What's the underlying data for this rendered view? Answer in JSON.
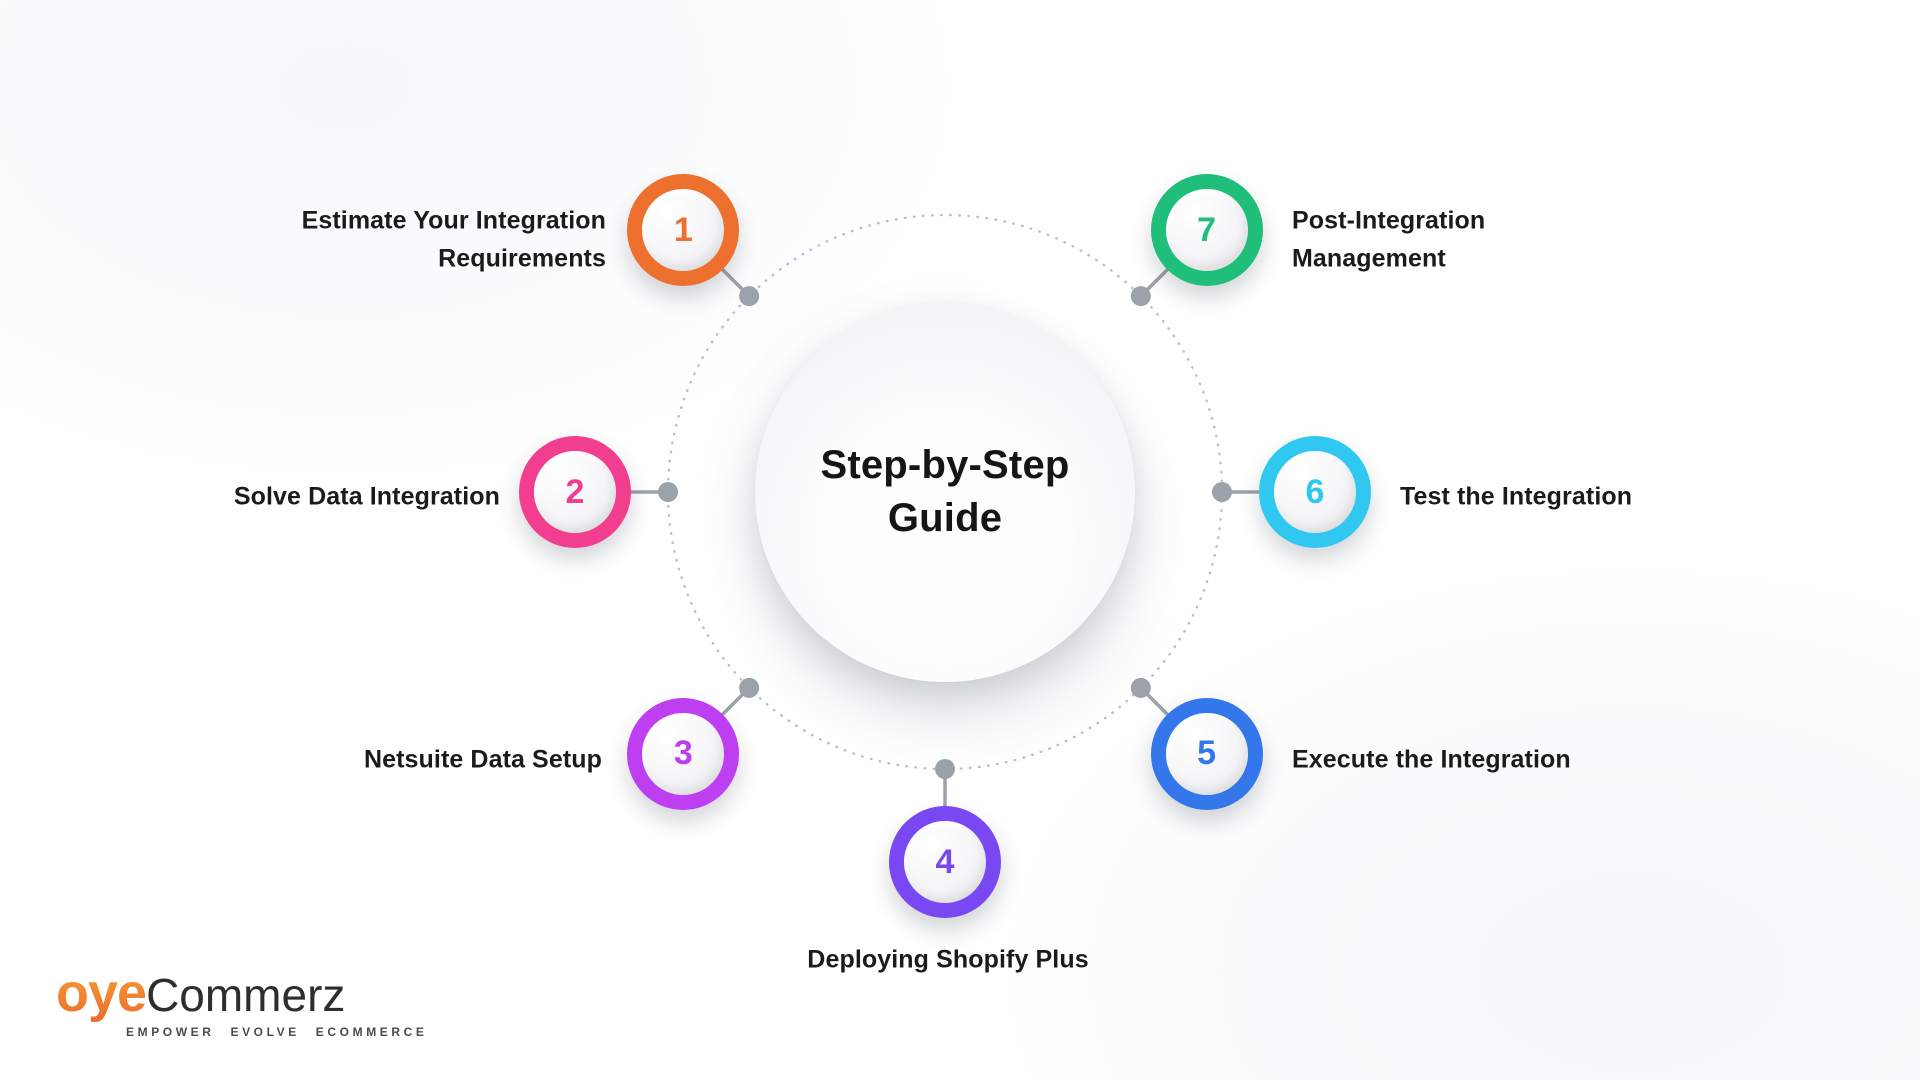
{
  "center": {
    "title_line1": "Step-by-Step",
    "title_line2": "Guide"
  },
  "steps": [
    {
      "number": "1",
      "label": "Estimate Your Integration Requirements",
      "color": "#ED702E"
    },
    {
      "number": "2",
      "label": "Solve Data Integration",
      "color": "#F23E8E"
    },
    {
      "number": "3",
      "label": "Netsuite Data Setup",
      "color": "#BE3FF2"
    },
    {
      "number": "4",
      "label": "Deploying Shopify Plus",
      "color": "#7A48F2"
    },
    {
      "number": "5",
      "label": "Execute the Integration",
      "color": "#3377EA"
    },
    {
      "number": "6",
      "label": "Test the Integration",
      "color": "#30C8F0"
    },
    {
      "number": "7",
      "label": "Post-Integration Management",
      "color": "#1FBF7B"
    }
  ],
  "connector_color": "#9CA2AA",
  "dotted_circle_color": "#BCC0C5",
  "logo": {
    "brand_primary": "oye",
    "brand_secondary": "Commerz",
    "tagline": "EMPOWER EVOLVE ECOMMERCE",
    "orange_from": "#F6A433",
    "orange_to": "#ED6A2C",
    "text_color": "#2E2E2E"
  }
}
